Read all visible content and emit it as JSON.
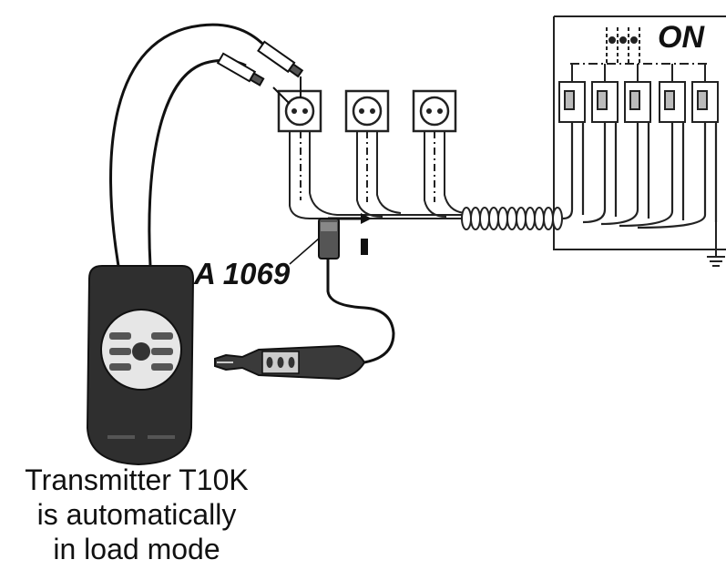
{
  "labels": {
    "switch_state": "ON",
    "probe_model": "A 1069"
  },
  "caption": {
    "line1": "Transmitter T10K",
    "line2": "is automatically",
    "line3": "in load mode"
  },
  "colors": {
    "device_body": "#2f2f2f",
    "wire": "#111111",
    "line": "#1a1a1a"
  },
  "icons": [
    "transmitter-device",
    "sockets",
    "circuit-breakers",
    "current-clamp",
    "ground-symbol"
  ]
}
